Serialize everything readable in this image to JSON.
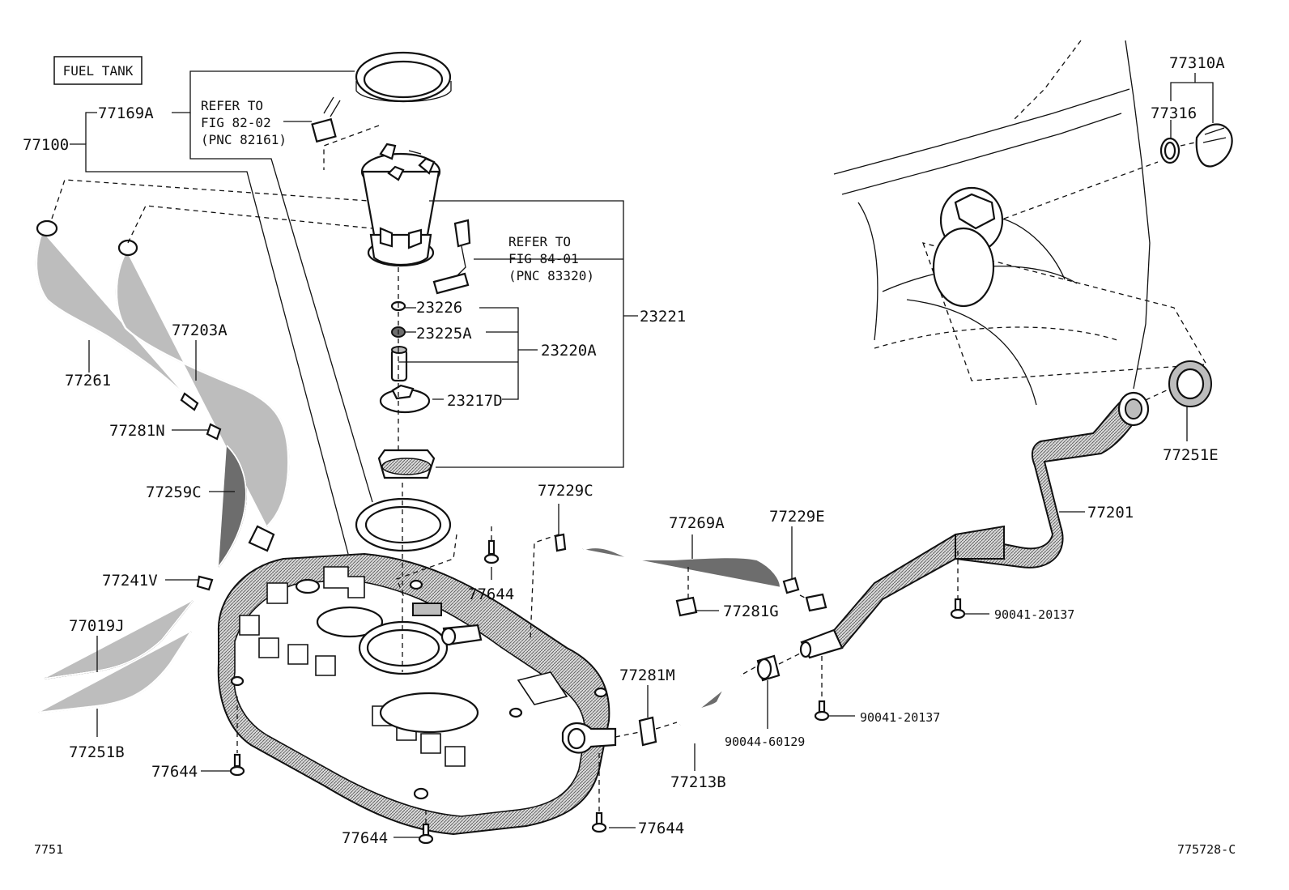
{
  "title_box": "FUEL TANK",
  "refer1": [
    "REFER TO",
    "FIG 82-02",
    "(PNC 82161)"
  ],
  "refer2": [
    "REFER TO",
    "FIG 84-01",
    "(PNC 83320)"
  ],
  "labels": {
    "p77169A": "77169A",
    "p77100": "77100",
    "p77261": "77261",
    "p77203A": "77203A",
    "p77281N": "77281N",
    "p77259C": "77259C",
    "p77241V": "77241V",
    "p77019J": "77019J",
    "p77251B": "77251B",
    "p77644a": "77644",
    "p77644b": "77644",
    "p77644c": "77644",
    "p77644d": "77644",
    "p23226": "23226",
    "p23225A": "23225A",
    "p23220A": "23220A",
    "p23221": "23221",
    "p23217D": "23217D",
    "p77229C": "77229C",
    "p77269A": "77269A",
    "p77229E": "77229E",
    "p77281G": "77281G",
    "p77281M": "77281M",
    "p77213B": "77213B",
    "p90044": "90044-60129",
    "p90041a": "90041-20137",
    "p90041b": "90041-20137",
    "p77201": "77201",
    "p77251E": "77251E",
    "p77310A": "77310A",
    "p77316": "77316"
  },
  "footer_left": "7751",
  "footer_right": "775728-C"
}
